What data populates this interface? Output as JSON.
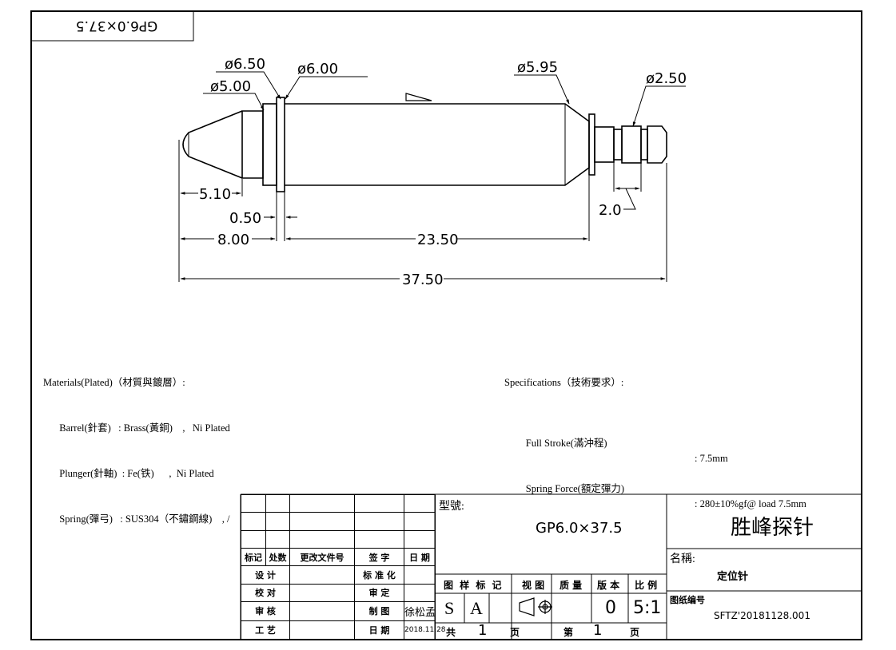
{
  "stamp": "GP6.0×37.5",
  "dimensions": {
    "d650": "ø6.50",
    "d500": "ø5.00",
    "d600": "ø6.00",
    "d595": "ø5.95",
    "d250": "ø2.50",
    "l510": "5.10",
    "l050": "0.50",
    "l800": "8.00",
    "l2350": "23.50",
    "l3750": "37.50",
    "l20": "2.0"
  },
  "materials": {
    "heading": "Materials(Plated)（材質與鍍層）:",
    "barrel": "  Barrel(針套)   : Brass(黃銅)    ,   Ni Plated",
    "plunger": "  Plunger(針軸)  : Fe(铁)      ,  Ni Plated",
    "spring": "  Spring(彈弓)   : SUS304（不鏽鋼線)    , /"
  },
  "specs": {
    "heading": "Specifications（技術要求）:",
    "stroke_label": "  Full Stroke(滿沖程)",
    "stroke_value": ": 7.5mm",
    "force_label": "  Spring Force(額定彈力)",
    "force_value": ": 280±10%gf@ load 7.5mm"
  },
  "titleblock": {
    "rev_header": [
      "标记",
      "处数",
      "更改文件号",
      "签  字",
      "日 期"
    ],
    "design": "设  计",
    "check": "校  对",
    "review": "审  核",
    "process": "工  艺",
    "standard": "标 准 化",
    "approve": "审  定",
    "draw": "制  图",
    "date_label": "日  期",
    "drawer": "徐松孟",
    "date": "2018.11.28",
    "model_label": "型號:",
    "model": "GP6.0×37.5",
    "sample_header": "图 样 标 记",
    "view_header": "视 图",
    "mass_header": "质 量",
    "version_header": "版 本",
    "scale_header": "比 例",
    "sample_s": "S",
    "sample_a": "A",
    "version": "0",
    "scale": "5:1",
    "total_label": "共",
    "total": "1",
    "page_unit": "页",
    "sheet_label": "第",
    "sheet": "1",
    "product": "胜峰探针",
    "name_label": "名稱:",
    "name": "定位针",
    "drawing_no_label": "图纸编号",
    "drawing_no": "SFTZ'20181128.001"
  }
}
